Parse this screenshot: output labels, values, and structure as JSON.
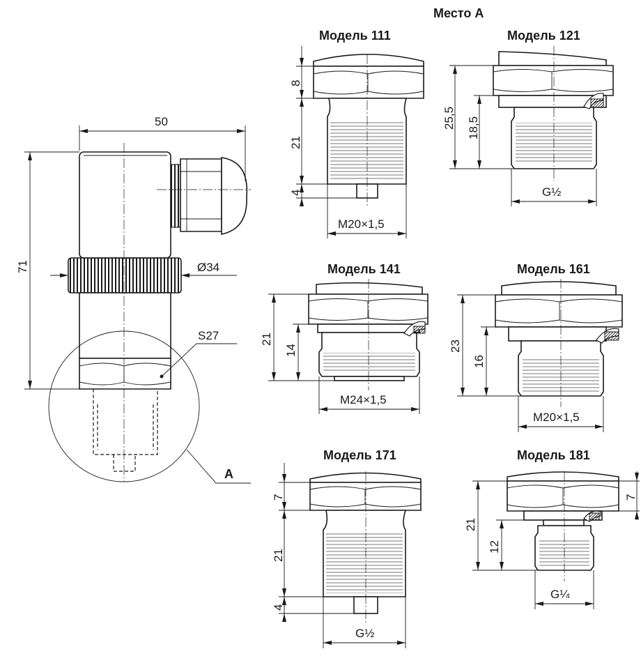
{
  "labels": {
    "place_a": "Место A",
    "callout_a": "A"
  },
  "main_sensor": {
    "dim_width": "50",
    "dim_height": "71",
    "dim_diameter": "Ø34",
    "dim_hex": "S27"
  },
  "models": [
    {
      "title": "Модель 111",
      "dims": [
        "8",
        "21",
        "4"
      ],
      "thread": "M20×1,5"
    },
    {
      "title": "Модель 121",
      "dims": [
        "25,5",
        "18,5"
      ],
      "thread": "G½"
    },
    {
      "title": "Модель 141",
      "dims": [
        "21",
        "14"
      ],
      "thread": "M24×1,5"
    },
    {
      "title": "Модель 161",
      "dims": [
        "23",
        "16"
      ],
      "thread": "M20×1,5"
    },
    {
      "title": "Модель 171",
      "dims": [
        "7",
        "21",
        "4"
      ],
      "thread": "G½"
    },
    {
      "title": "Модель 181",
      "dims": [
        "21",
        "12",
        "7"
      ],
      "thread": "G¼"
    }
  ]
}
